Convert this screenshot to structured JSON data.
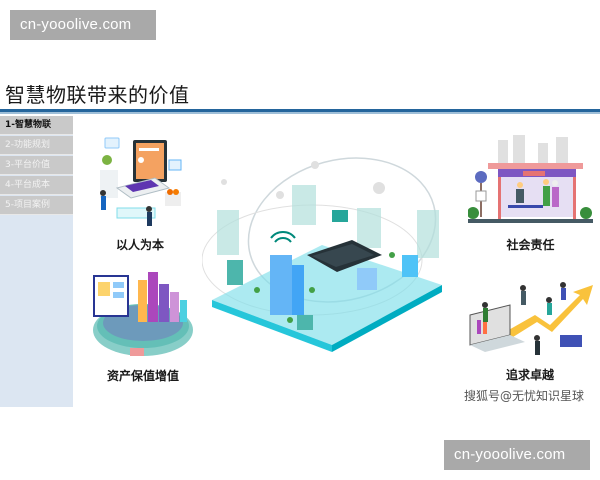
{
  "watermarks": {
    "top": "cn-yooolive.com",
    "bottom": "cn-yooolive.com"
  },
  "page": {
    "title": "智慧物联带来的价值"
  },
  "sidebar": {
    "items": [
      {
        "label": "1-智慧物联",
        "active": true
      },
      {
        "label": "2-功能规划",
        "active": false
      },
      {
        "label": "3-平台价值",
        "active": false
      },
      {
        "label": "4-平台成本",
        "active": false
      },
      {
        "label": "5-项目案例",
        "active": false
      }
    ]
  },
  "values": [
    {
      "label": "以人为本",
      "icon": "laptop-people-icon"
    },
    {
      "label": "资产保值增值",
      "icon": "city-dashboard-icon"
    },
    {
      "label": "社会责任",
      "icon": "bus-stop-icon"
    },
    {
      "label": "追求卓越",
      "icon": "growth-arrow-icon"
    }
  ],
  "center": {
    "icon": "smart-city-iot-icon"
  },
  "caption": "搜狐号@无忧知识星球",
  "colors": {
    "accent": "#24659c",
    "sidebar_bg": "#dce6f2",
    "menu_bg": "#c9c9c9",
    "watermark_bg": "#a9a9a9"
  }
}
